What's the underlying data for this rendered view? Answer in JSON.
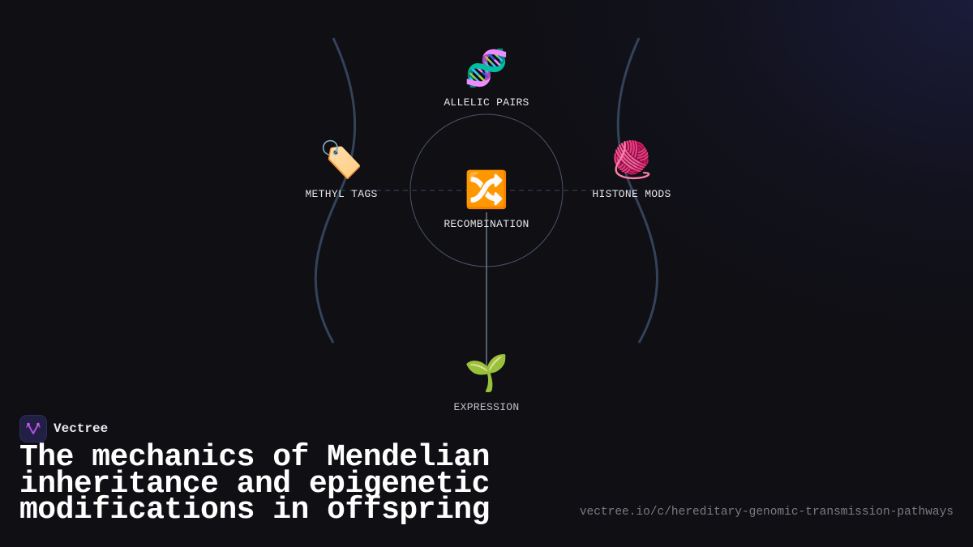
{
  "diagram": {
    "center": {
      "label": "RECOMBINATION",
      "icon": "shuffle-icon",
      "emoji": "🔀"
    },
    "nodes": [
      {
        "id": "top",
        "label": "ALLELIC PAIRS",
        "icon": "dna-icon",
        "emoji": "🧬"
      },
      {
        "id": "left",
        "label": "METHYL TAGS",
        "icon": "tag-icon",
        "emoji": "🏷️"
      },
      {
        "id": "right",
        "label": "HISTONE MODS",
        "icon": "yarn-icon",
        "emoji": "🧶"
      },
      {
        "id": "bottom",
        "label": "EXPRESSION",
        "icon": "seedling-icon",
        "emoji": "🌱"
      }
    ],
    "colors": {
      "arc": "#34425a",
      "circle": "#4a5468",
      "dashed": "#2c3648",
      "connector": "#6b7890"
    }
  },
  "brand": {
    "name": "Vectree",
    "logo_color": "#b44ee0"
  },
  "title": {
    "lines": [
      "The mechanics of Mendelian",
      "inheritance and epigenetic",
      "modifications in offspring"
    ]
  },
  "url": "vectree.io/c/hereditary-genomic-transmission-pathways"
}
